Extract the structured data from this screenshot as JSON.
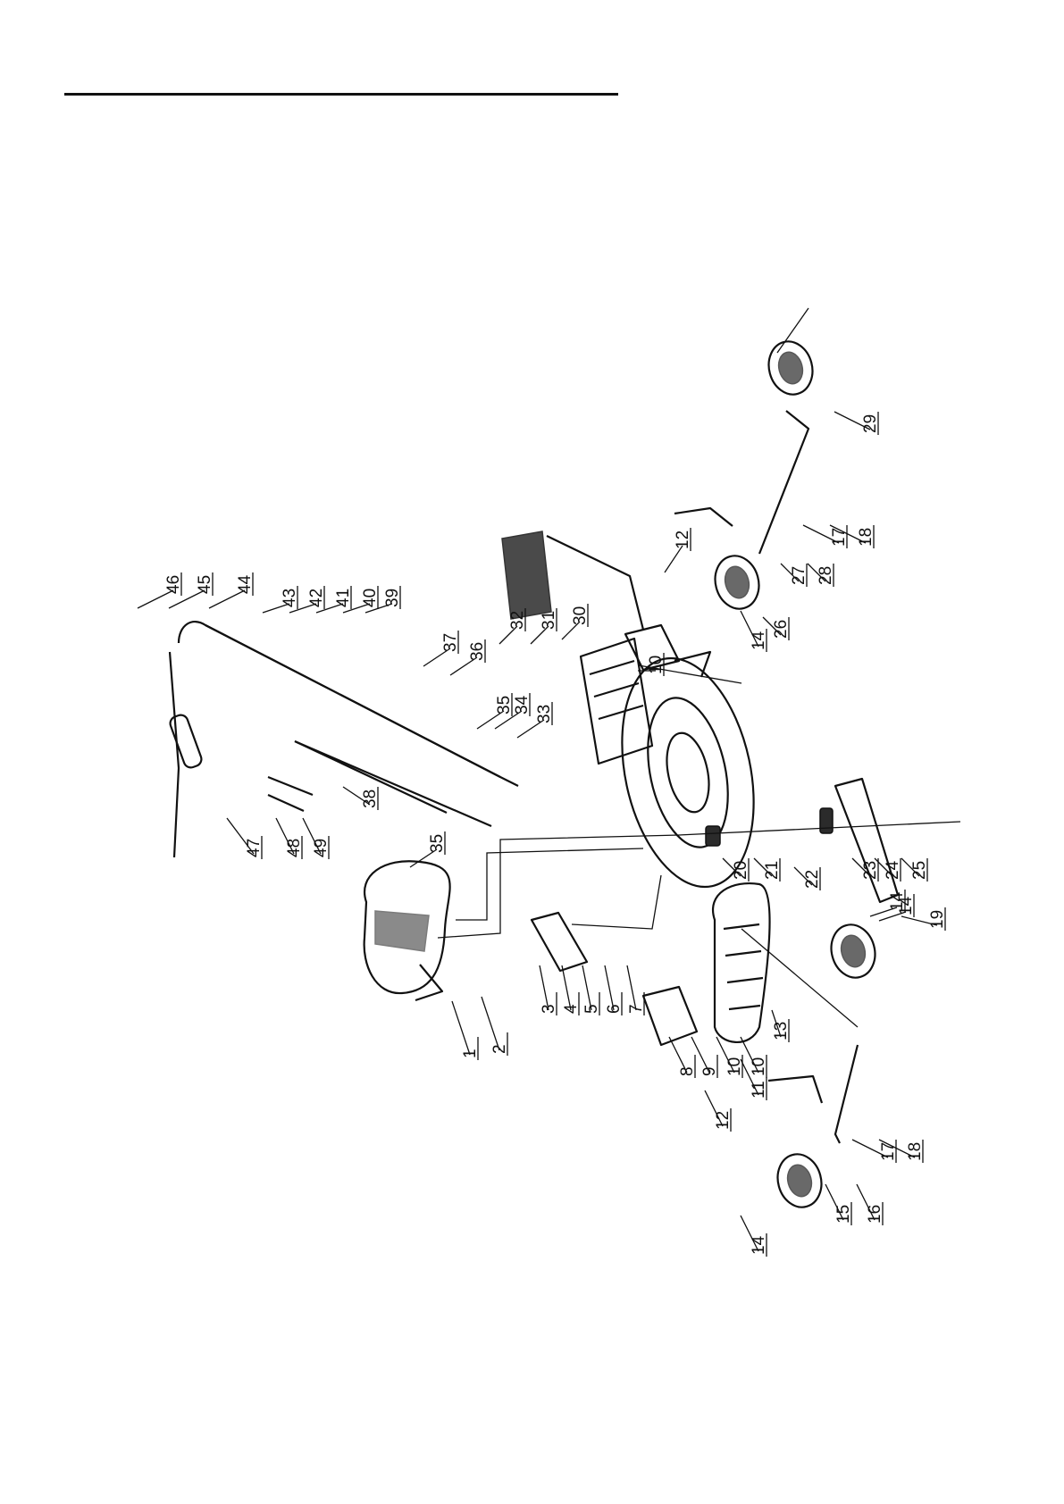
{
  "callouts": [
    "1",
    "2",
    "3",
    "4",
    "5",
    "6",
    "7",
    "8",
    "9",
    "10",
    "10",
    "10",
    "11",
    "12",
    "12",
    "13",
    "14",
    "14",
    "14",
    "14",
    "15",
    "16",
    "17",
    "17",
    "18",
    "18",
    "19",
    "20",
    "21",
    "22",
    "23",
    "24",
    "25",
    "26",
    "27",
    "28",
    "29",
    "30",
    "31",
    "32",
    "33",
    "34",
    "35",
    "35",
    "36",
    "37",
    "38",
    "39",
    "40",
    "41",
    "42",
    "43",
    "44",
    "45",
    "46",
    "47",
    "48",
    "49"
  ],
  "colors": {
    "ink": "#111111",
    "background": "#ffffff"
  }
}
